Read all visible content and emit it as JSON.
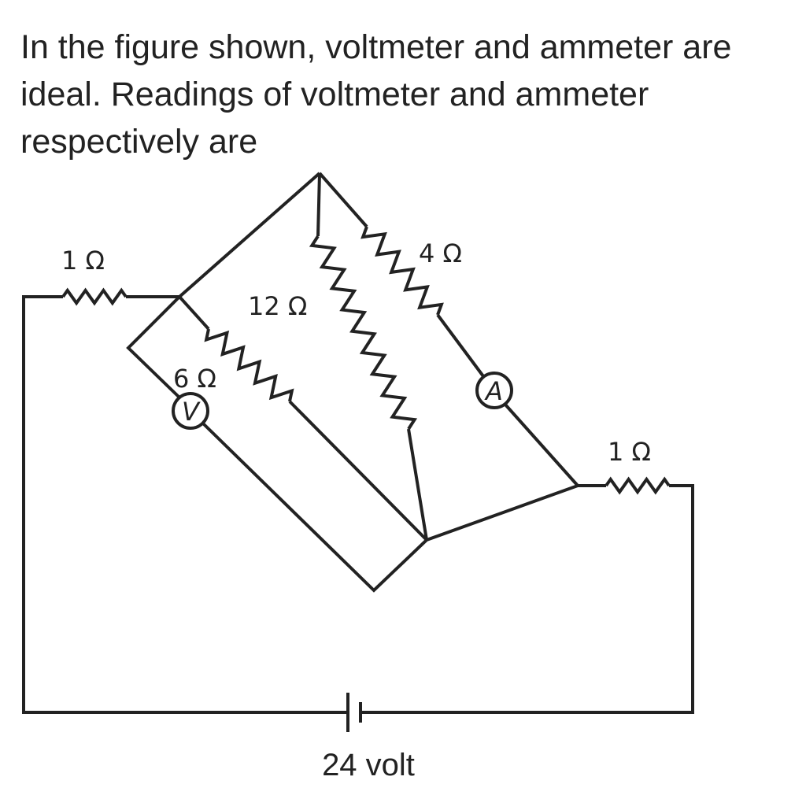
{
  "question": "In the figure shown, voltmeter and ammeter are ideal. Readings of voltmeter and ammeter respectively are",
  "diagram": {
    "resistors": {
      "left": "1 Ω",
      "twelve": "12 Ω",
      "four": "4 Ω",
      "six": "6 Ω",
      "right": "1 Ω"
    },
    "voltmeter": "V",
    "ammeter": "A",
    "battery": "24 volt"
  }
}
